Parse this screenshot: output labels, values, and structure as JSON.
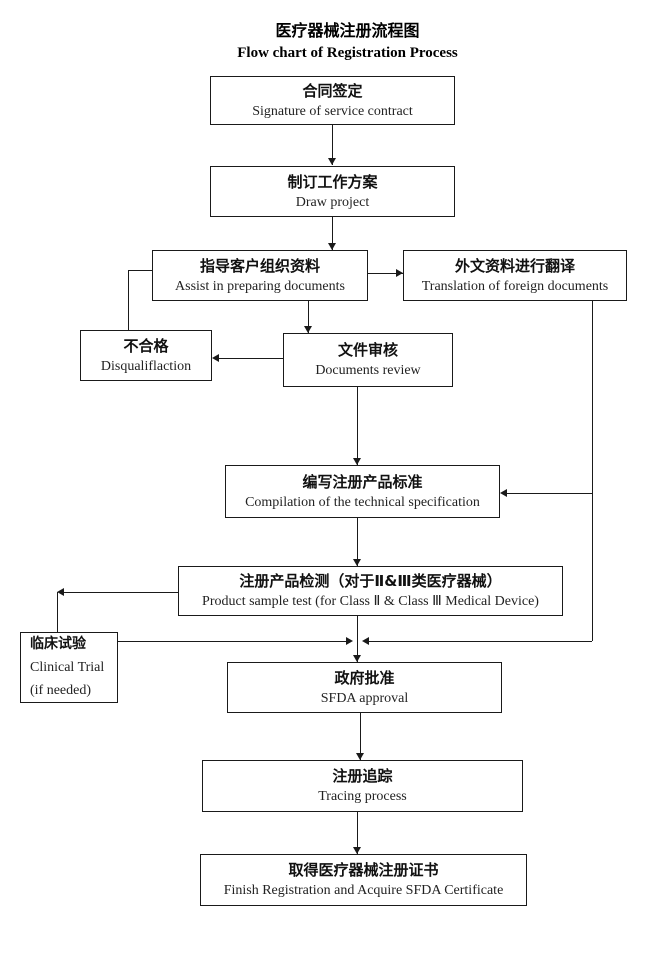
{
  "title": {
    "zh": "医疗器械注册流程图",
    "en": "Flow chart of Registration Process"
  },
  "nodes": {
    "contract": {
      "zh": "合同签定",
      "en": "Signature of service contract"
    },
    "project": {
      "zh": "制订工作方案",
      "en": "Draw project"
    },
    "assist": {
      "zh": "指导客户组织资料",
      "en": "Assist in preparing documents"
    },
    "translation": {
      "zh": "外文资料进行翻译",
      "en": "Translation of foreign documents"
    },
    "disqualification": {
      "zh": "不合格",
      "en": "Disqualiflaction"
    },
    "review": {
      "zh": "文件审核",
      "en": "Documents review"
    },
    "compilation": {
      "zh": "编写注册产品标准",
      "en": "Compilation of the technical specification"
    },
    "sample_test": {
      "zh": "注册产品检测（对于Ⅱ&Ⅲ类医疗器械）",
      "en": "Product sample test (for Class Ⅱ & Class Ⅲ Medical Device)"
    },
    "clinical": {
      "zh": "临床试验",
      "en": "Clinical Trial",
      "en2": "(if needed)"
    },
    "approval": {
      "zh": "政府批准",
      "en": "SFDA approval"
    },
    "tracing": {
      "zh": "注册追踪",
      "en": "Tracing process"
    },
    "certificate": {
      "zh": "取得医疗器械注册证书",
      "en": "Finish Registration and Acquire SFDA Certificate"
    }
  },
  "colors": {
    "line": "#1a1a1a",
    "background": "#ffffff",
    "text": "#000000"
  }
}
